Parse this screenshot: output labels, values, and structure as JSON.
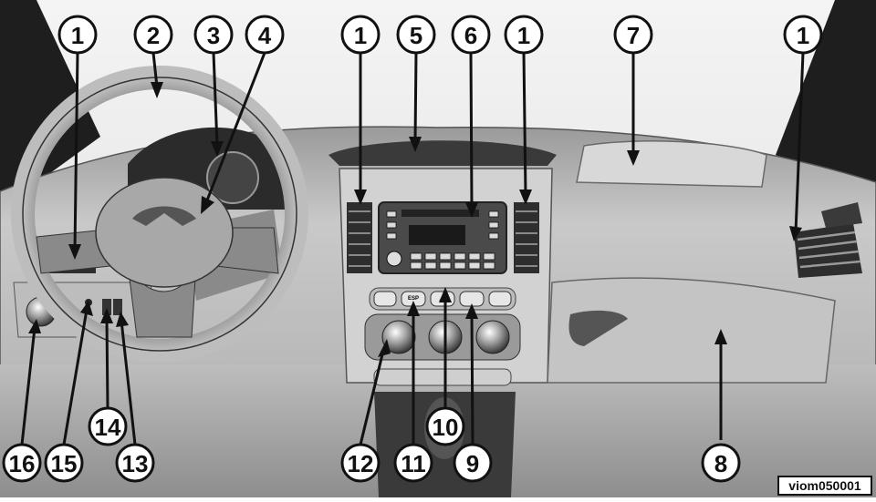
{
  "image_code": "viom050001",
  "callouts": [
    "1",
    "2",
    "3",
    "4",
    "1",
    "5",
    "6",
    "1",
    "7",
    "1",
    "8",
    "9",
    "10",
    "11",
    "12",
    "13",
    "14",
    "15",
    "16"
  ],
  "radio_buttons": {
    "hazard": "⚠",
    "esp": "ESP"
  },
  "colors": {
    "stroke": "#111111",
    "panel": "#cfcfcf",
    "dark": "#3a3a3a"
  }
}
